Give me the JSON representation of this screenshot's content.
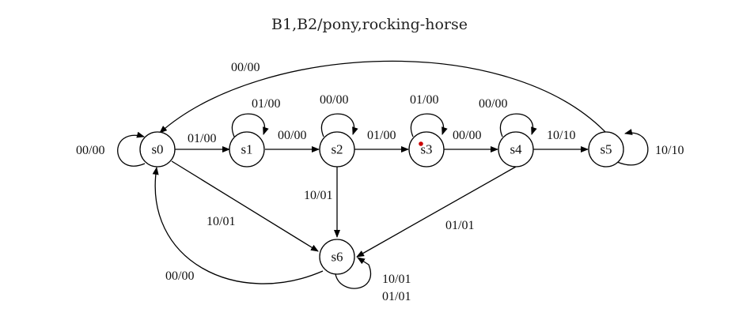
{
  "title": "B1,B2/pony,rocking-horse",
  "states": [
    "s0",
    "s1",
    "s2",
    "s3",
    "s4",
    "s5",
    "s6"
  ],
  "edges": [
    {
      "from": "s0",
      "to": "s0",
      "label": "00/00"
    },
    {
      "from": "s0",
      "to": "s1",
      "label": "01/00"
    },
    {
      "from": "s1",
      "to": "s1",
      "label": "01/00"
    },
    {
      "from": "s1",
      "to": "s2",
      "label": "00/00"
    },
    {
      "from": "s2",
      "to": "s2",
      "label": "00/00"
    },
    {
      "from": "s2",
      "to": "s3",
      "label": "01/00"
    },
    {
      "from": "s3",
      "to": "s3",
      "label": "01/00"
    },
    {
      "from": "s3",
      "to": "s4",
      "label": "00/00"
    },
    {
      "from": "s4",
      "to": "s4",
      "label": "00/00"
    },
    {
      "from": "s4",
      "to": "s5",
      "label": "10/10"
    },
    {
      "from": "s5",
      "to": "s5",
      "label": "10/10"
    },
    {
      "from": "s5",
      "to": "s0",
      "label": "00/00"
    },
    {
      "from": "s0",
      "to": "s6",
      "label": "10/01"
    },
    {
      "from": "s2",
      "to": "s6",
      "label": "10/01"
    },
    {
      "from": "s4",
      "to": "s6",
      "label": "01/01"
    },
    {
      "from": "s6",
      "to": "s0",
      "label": "00/00"
    },
    {
      "from": "s6",
      "to": "s6",
      "label": "10/01"
    },
    {
      "from": "s6",
      "to": "s6",
      "label": "01/01"
    }
  ],
  "marker_color": "#cc0000"
}
